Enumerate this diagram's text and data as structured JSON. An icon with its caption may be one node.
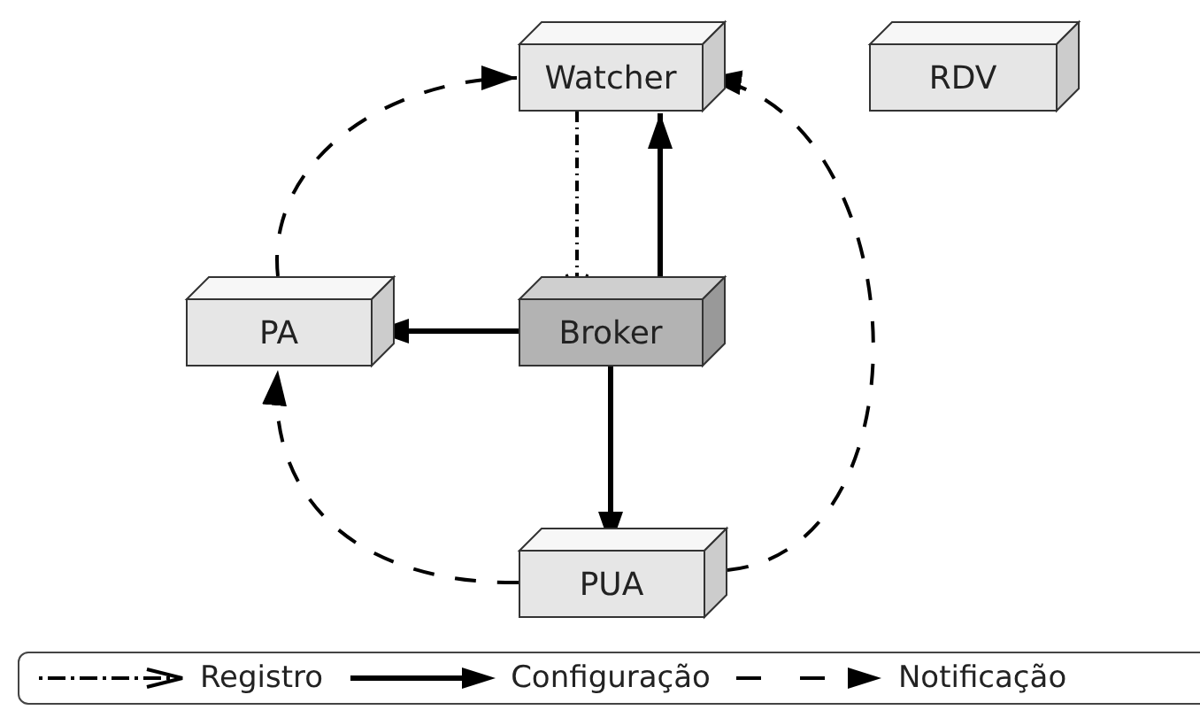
{
  "diagram": {
    "nodes": [
      {
        "text": [
          "Watcher"
        ]
      },
      {
        "text": [
          "RDV"
        ]
      },
      {
        "text": [
          "PA"
        ]
      },
      {
        "text": [
          "Broker"
        ]
      },
      {
        "text": [
          "PUA"
        ]
      }
    ],
    "edges": [
      {
        "from": 0,
        "to": 3,
        "arrow": "to",
        "style": "dashed"
      },
      {
        "from": 3,
        "to": 0,
        "arrow": "to"
      },
      {
        "from": 3,
        "to": 2,
        "arrow": "to"
      },
      {
        "from": 3,
        "to": 4,
        "arrow": "to"
      },
      {
        "from": 2,
        "to": 0,
        "arrow": "to",
        "style": "dashed"
      },
      {
        "from": 4,
        "to": 2,
        "arrow": "to",
        "style": "dashed"
      },
      {
        "from": 4,
        "to": 0,
        "arrow": "to",
        "style": "dashed"
      }
    ],
    "legend": [
      {
        "text": "Registro"
      },
      {
        "text": "Configuração"
      },
      {
        "text": "Notificação"
      }
    ]
  }
}
